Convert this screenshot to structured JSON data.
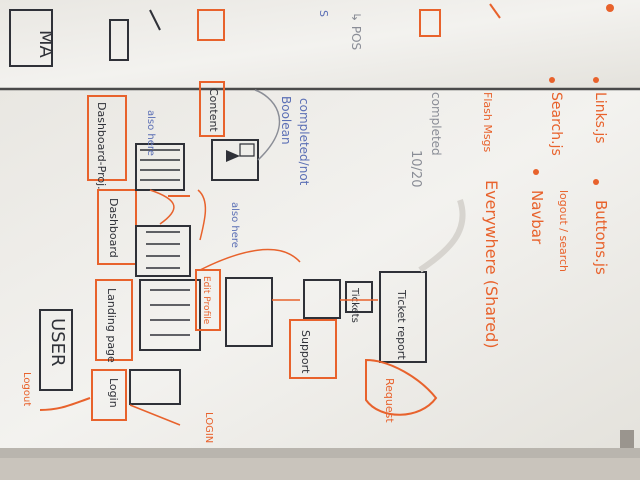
{
  "whiteboard": {
    "top_strip": {
      "ma_label": "MA",
      "booleans_label": "Boolean",
      "completed_label": "completed/not",
      "pos_label": "↳ POS"
    },
    "nodes": {
      "user": "USER",
      "logout": "Logout",
      "login_small": "Login",
      "landing_page": "Landing page",
      "dashboard": "Dashboard",
      "dashboard_proj": "Dashboard-Proj.",
      "content": "Content",
      "also_here_1": "also here",
      "also_here_2": "also here",
      "login_upper": "LOGIN",
      "edit_profile": "Edit Profile",
      "support": "Support",
      "tickets": "Tickets",
      "ticket_report": "Ticket report",
      "request": "Request",
      "flash_msgs": "Flash Msgs",
      "ten_of_twenty": "10/20",
      "completed": "completed"
    },
    "shared_section": {
      "everywhere": "Everywhere (Shared)",
      "navbar": "Navbar",
      "logout_search": "logout / search",
      "buttons_js": "Buttons.js",
      "search_js": "Search.js",
      "links_js": "Links.js"
    }
  }
}
